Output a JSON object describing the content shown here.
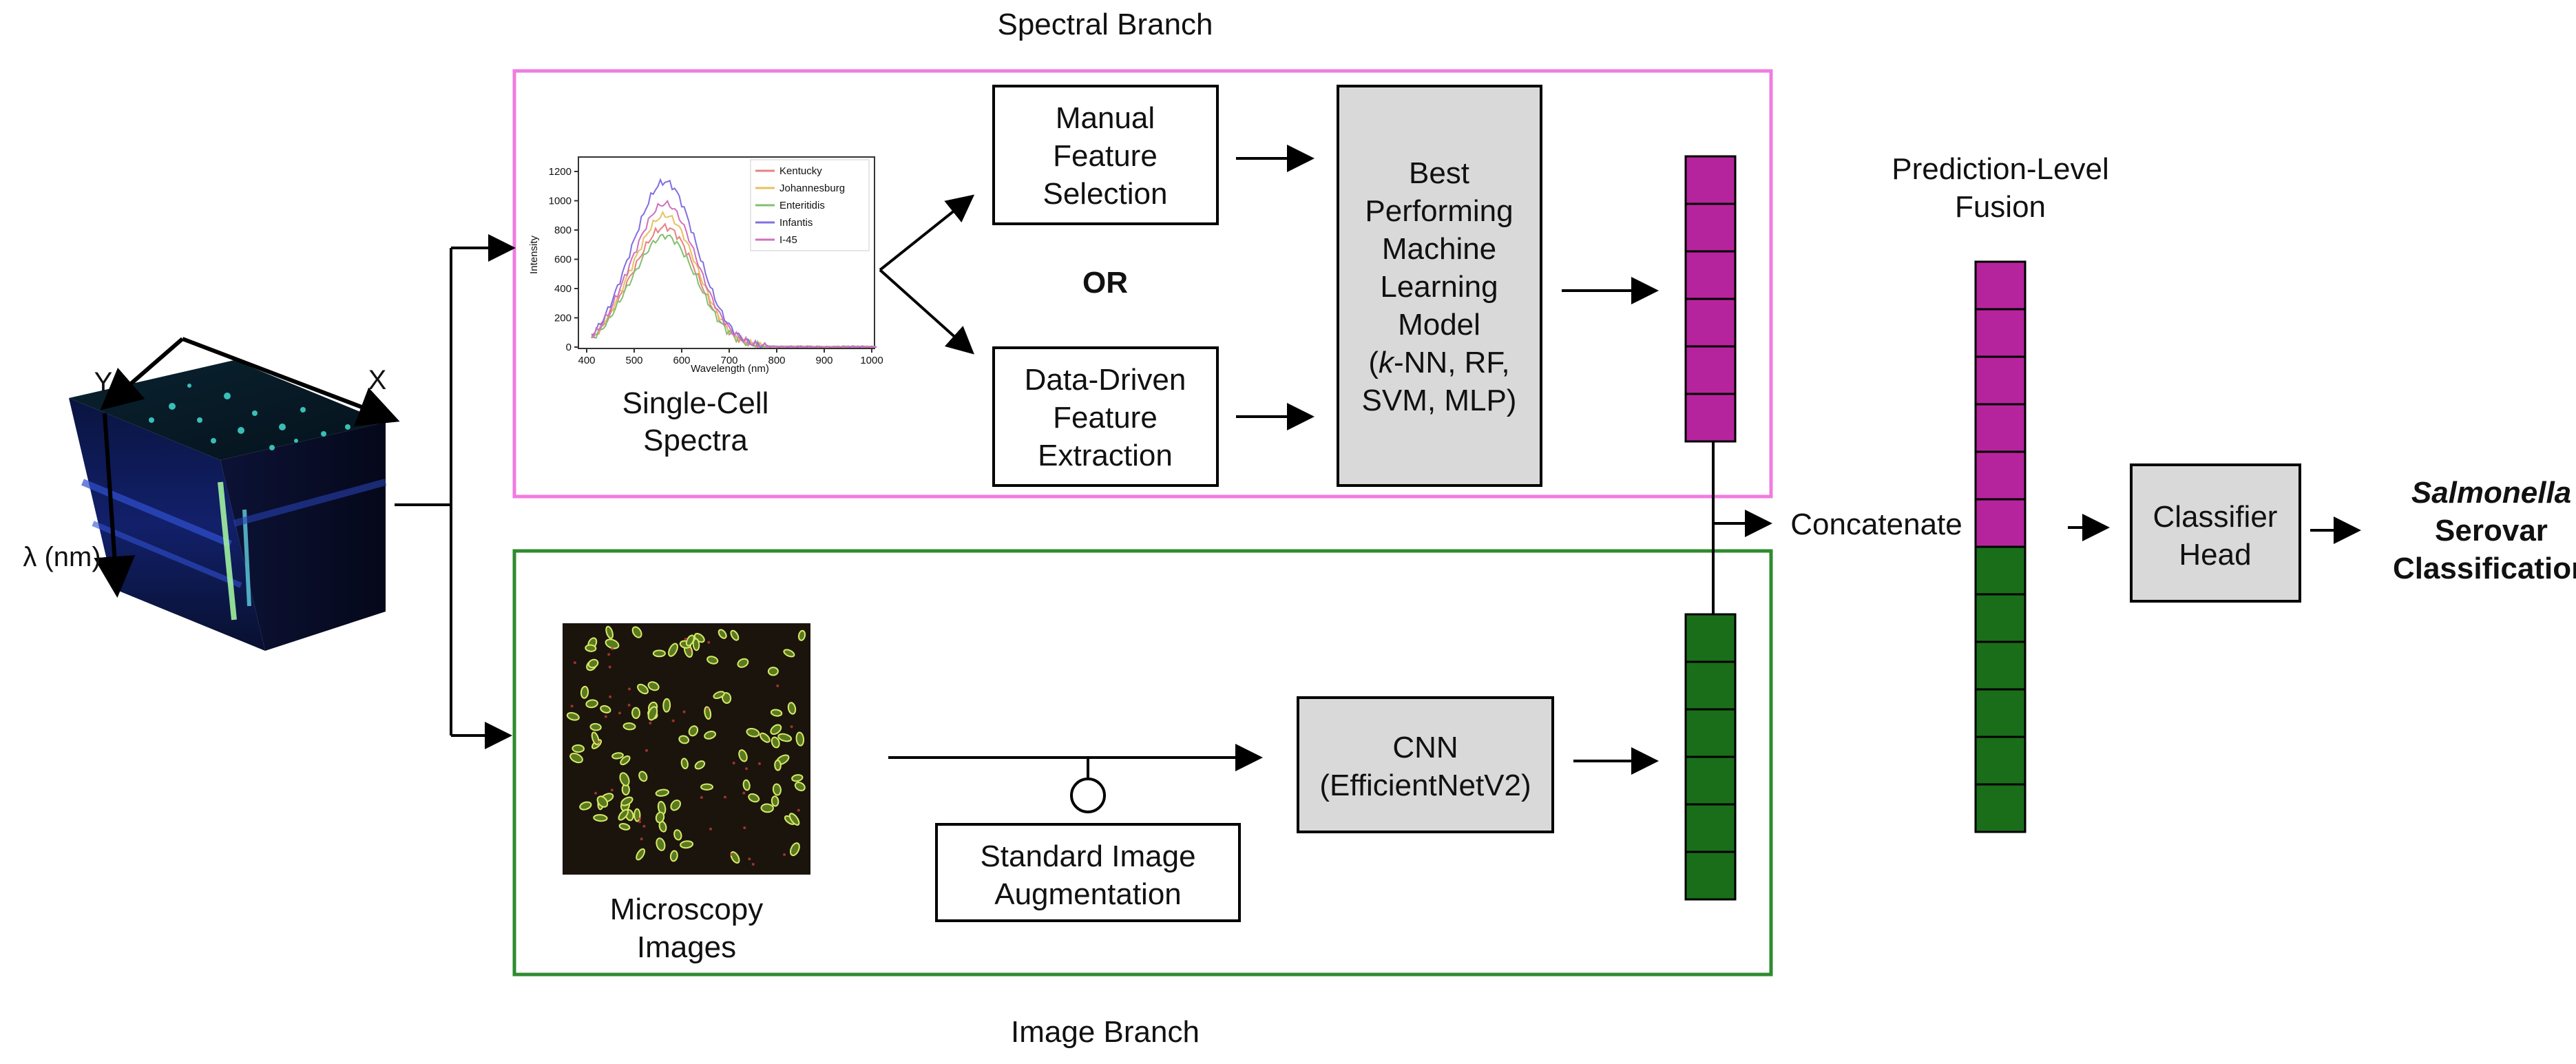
{
  "branches": {
    "spectral_title": "Spectral Branch",
    "image_title": "Image Branch"
  },
  "cube": {
    "axis_y": "Y",
    "axis_x": "X",
    "axis_lambda": "λ (nm)"
  },
  "spectra": {
    "caption_line1": "Single-Cell",
    "caption_line2": "Spectra",
    "xlabel": "Wavelength (nm)",
    "ylabel": "Intensity",
    "xticks": [
      "400",
      "500",
      "600",
      "700",
      "800",
      "900",
      "1000"
    ],
    "yticks": [
      "0",
      "200",
      "400",
      "600",
      "800",
      "1000",
      "1200"
    ],
    "legend": [
      {
        "name": "Kentucky",
        "color": "#e88080"
      },
      {
        "name": "Johannesburg",
        "color": "#e8c060"
      },
      {
        "name": "Enteritidis",
        "color": "#80c070"
      },
      {
        "name": "Infantis",
        "color": "#8070e0"
      },
      {
        "name": "I-45",
        "color": "#d070c0"
      }
    ]
  },
  "manual": {
    "line1": "Manual",
    "line2": "Feature",
    "line3": "Selection"
  },
  "or_label": "OR",
  "datadriven": {
    "line1": "Data-Driven",
    "line2": "Feature",
    "line3": "Extraction"
  },
  "ml": {
    "line1": "Best",
    "line2": "Performing",
    "line3": "Machine",
    "line4": "Learning",
    "line5": "Model",
    "line6_italic": "k",
    "line6_rest": "-NN, RF,",
    "line7": "SVM, MLP)"
  },
  "microscopy": {
    "line1": "Microscopy",
    "line2": "Images"
  },
  "augmentation": {
    "line1": "Standard Image",
    "line2": "Augmentation"
  },
  "cnn": {
    "line1": "CNN",
    "line2": "(EfficientNetV2)"
  },
  "concatenate": "Concatenate",
  "fusion": {
    "line1": "Prediction-Level",
    "line2": "Fusion"
  },
  "classifier": {
    "line1": "Classifier",
    "line2": "Head"
  },
  "output": {
    "line1": "Salmonella",
    "line2": "Serovar",
    "line3": "Classification"
  },
  "colors": {
    "spectral_border": "#f07ce0",
    "image_border": "#2e8b2e",
    "magenta_cell": "#b5249c",
    "green_cell": "#1a6e1a",
    "grey_box": "#d9d9d9"
  }
}
